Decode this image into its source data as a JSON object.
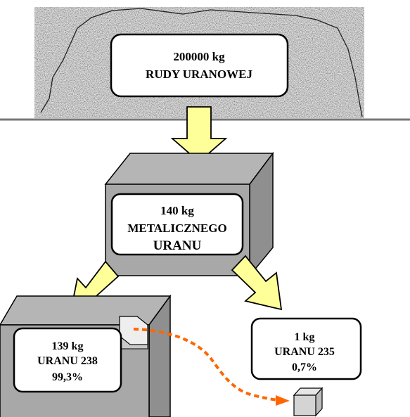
{
  "ore": {
    "line1": "200000 kg",
    "line2": "RUDY URANOWEJ"
  },
  "metal": {
    "line1": "140 kg",
    "line2": "METALICZNEGO",
    "line3": "URANU"
  },
  "u238": {
    "line1": "139 kg",
    "line2": "URANU 238",
    "line3": "99,3%"
  },
  "u235": {
    "line1": "1 kg",
    "line2": "URANU 235",
    "line3": "0,7%"
  },
  "colors": {
    "arrow_fill": "#ffff99",
    "dash": "#ff6600",
    "box": "#b3b3b3"
  }
}
